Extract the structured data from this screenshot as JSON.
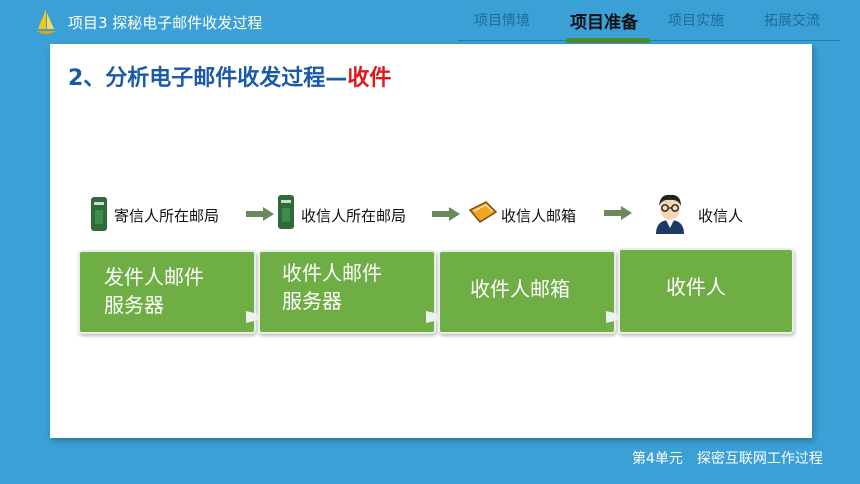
{
  "header": {
    "project_title": "项目3 探秘电子邮件收发过程",
    "nav": [
      "项目情境",
      "项目准备",
      "项目实施",
      "拓展交流"
    ],
    "active_nav": "项目准备"
  },
  "slide": {
    "title_main": "2、分析电子邮件收发过程—",
    "title_accent": "收件"
  },
  "flow": {
    "sender_post_office": "寄信人所在邮局",
    "recipient_post_office": "收信人所在邮局",
    "recipient_mailbox": "收信人邮箱",
    "recipient": "收信人"
  },
  "boxes": {
    "box1_line1": "发件人邮件",
    "box1_line2": "服务器",
    "box2_line1": "收件人邮件",
    "box2_line2": "服务器",
    "box3": "收件人邮箱",
    "box4": "收件人"
  },
  "footer": "第4单元　探密互联网工作过程",
  "colors": {
    "background": "#3aa0d6",
    "title_blue": "#1a5aa8",
    "accent_red": "#e01818",
    "box_green": "#6fad45"
  },
  "icons": [
    "sailboat-logo-icon",
    "mailbox-icon",
    "arrow-right-icon",
    "envelope-folder-icon",
    "person-avatar-icon"
  ]
}
